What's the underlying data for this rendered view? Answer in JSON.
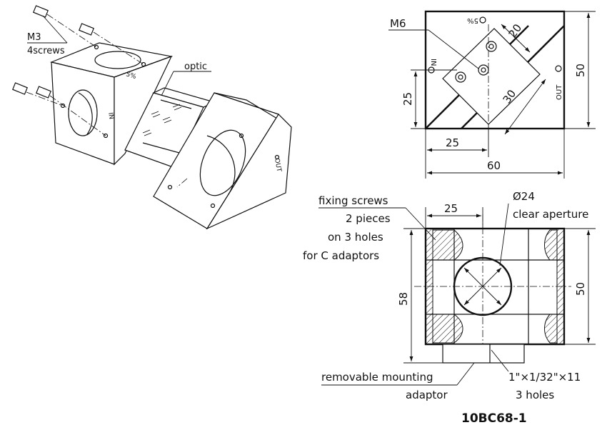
{
  "colors": {
    "ink": "#111111",
    "paper": "#ffffff"
  },
  "iso": {
    "screws_label_1": "M3",
    "screws_label_2": "4screws",
    "optic_label": "optic",
    "mark_pct": "5%",
    "mark_in": "IN",
    "mark_out": "OUT"
  },
  "top_view": {
    "thread_label": "M6",
    "mark_pct": "5%",
    "mark_in": "IN",
    "mark_out": "OUT",
    "dim_width": "60",
    "dim_offset_x": "25",
    "dim_height": "50",
    "dim_offset_y": "25",
    "dim_optic": "30",
    "dim_optic_2": "20"
  },
  "front_view": {
    "note_fixing_1": "fixing screws",
    "note_fixing_2": "2 pieces",
    "note_fixing_3": "on 3 holes",
    "note_fixing_4": "for C adaptors",
    "dim_top": "25",
    "aperture_dia": "Ø24",
    "aperture_label": "clear aperture",
    "dim_left": "58",
    "dim_right": "50",
    "note_mount_1": "removable mounting",
    "note_mount_2": "adaptor",
    "note_thread_1": "1\"×1/32\"×11",
    "note_thread_2": "3 holes"
  },
  "part_number": "10BC68-1"
}
